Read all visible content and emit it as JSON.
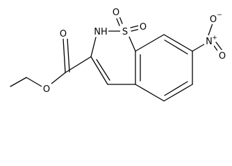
{
  "molecule": {
    "atom_labels": {
      "carbonyl_O": "O",
      "ester_O": "O",
      "NH": "NH",
      "S": "S",
      "sulfonyl_O_left": "O",
      "sulfonyl_O_right": "O",
      "nitro_N": "N",
      "nitro_O_top": "O",
      "nitro_O_bottom": "O"
    },
    "charges": {
      "nitro_N": "+",
      "nitro_O_top": "−"
    }
  }
}
